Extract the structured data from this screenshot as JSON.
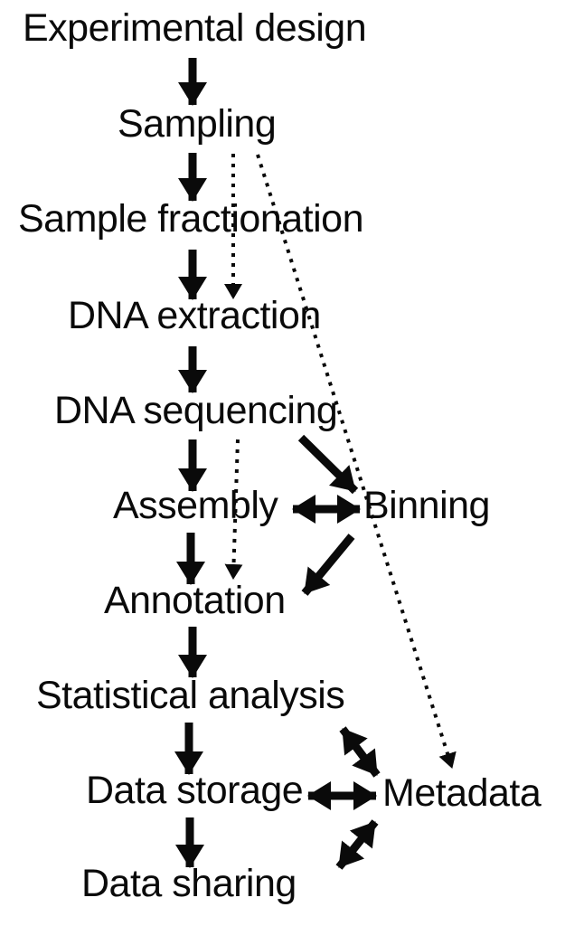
{
  "diagram": {
    "colors": {
      "foreground": "#0a0a0a",
      "background": "#ffffff"
    },
    "nodes": [
      {
        "id": "experimental-design",
        "label": "Experimental design"
      },
      {
        "id": "sampling",
        "label": "Sampling"
      },
      {
        "id": "sample-fractionation",
        "label": "Sample fractionation"
      },
      {
        "id": "dna-extraction",
        "label": "DNA extraction"
      },
      {
        "id": "dna-sequencing",
        "label": "DNA sequencing"
      },
      {
        "id": "assembly",
        "label": "Assembly"
      },
      {
        "id": "binning",
        "label": "Binning"
      },
      {
        "id": "annotation",
        "label": "Annotation"
      },
      {
        "id": "statistical-analysis",
        "label": "Statistical analysis"
      },
      {
        "id": "data-storage",
        "label": "Data storage"
      },
      {
        "id": "metadata",
        "label": "Metadata"
      },
      {
        "id": "data-sharing",
        "label": "Data sharing"
      }
    ],
    "edges": [
      {
        "from": "experimental-design",
        "to": "sampling",
        "style": "solid-arrow"
      },
      {
        "from": "sampling",
        "to": "sample-fractionation",
        "style": "solid-arrow"
      },
      {
        "from": "sample-fractionation",
        "to": "dna-extraction",
        "style": "solid-arrow"
      },
      {
        "from": "dna-extraction",
        "to": "dna-sequencing",
        "style": "solid-arrow"
      },
      {
        "from": "dna-sequencing",
        "to": "assembly",
        "style": "solid-arrow"
      },
      {
        "from": "dna-sequencing",
        "to": "binning",
        "style": "solid-arrow"
      },
      {
        "from": "assembly",
        "to": "binning",
        "style": "double-arrow"
      },
      {
        "from": "binning",
        "to": "annotation",
        "style": "solid-arrow"
      },
      {
        "from": "assembly",
        "to": "annotation",
        "style": "solid-arrow"
      },
      {
        "from": "annotation",
        "to": "statistical-analysis",
        "style": "solid-arrow"
      },
      {
        "from": "statistical-analysis",
        "to": "data-storage",
        "style": "solid-arrow"
      },
      {
        "from": "data-storage",
        "to": "data-sharing",
        "style": "solid-arrow"
      },
      {
        "from": "sampling",
        "to": "dna-extraction",
        "style": "dotted-arrow"
      },
      {
        "from": "sampling",
        "to": "metadata",
        "style": "dotted-arrow"
      },
      {
        "from": "dna-sequencing",
        "to": "annotation",
        "style": "dotted-arrow"
      },
      {
        "from": "statistical-analysis",
        "to": "metadata",
        "style": "double-arrow"
      },
      {
        "from": "data-storage",
        "to": "metadata",
        "style": "double-arrow"
      },
      {
        "from": "metadata",
        "to": "data-sharing",
        "style": "double-arrow"
      }
    ]
  }
}
